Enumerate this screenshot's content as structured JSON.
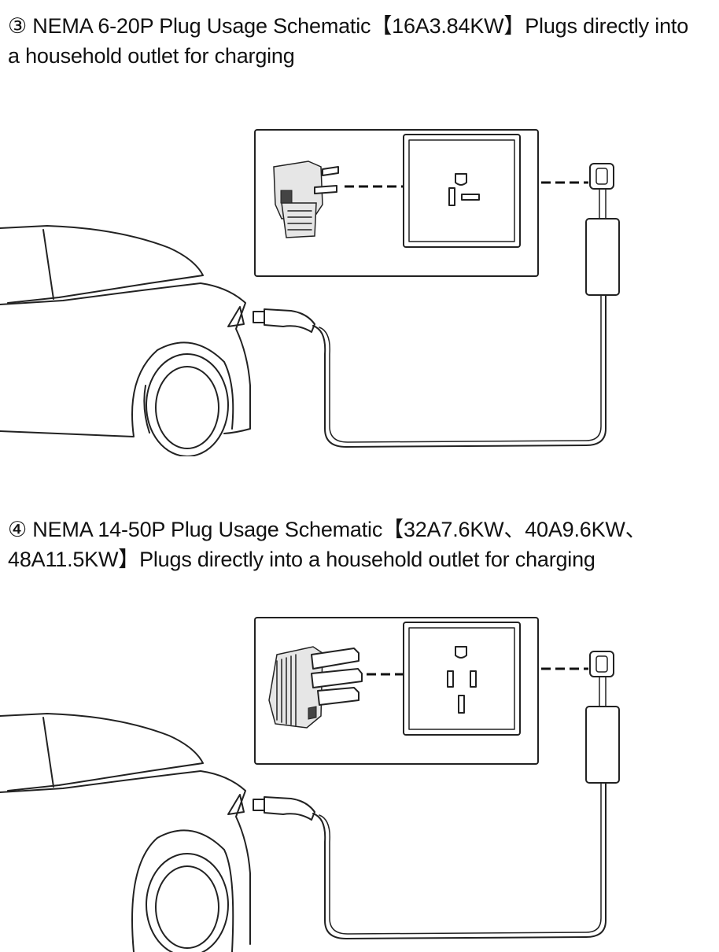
{
  "sections": [
    {
      "caption": "③ NEMA 6-20P Plug Usage Schematic【16A3.84KW】Plugs directly into a household outlet for charging",
      "plug_type": "NEMA 6-20P",
      "outlet_type": "NEMA 6-20R",
      "current": "16A",
      "power": "3.84KW"
    },
    {
      "caption": "④ NEMA 14-50P Plug Usage Schematic【32A7.6KW、40A9.6KW、48A11.5KW】Plugs directly into a household outlet for charging",
      "plug_type": "NEMA 14-50P",
      "outlet_type": "NEMA 14-50R",
      "ratings": [
        "32A7.6KW",
        "40A9.6KW",
        "48A11.5KW"
      ]
    }
  ],
  "icons": {
    "car": "electric-car-rear-icon",
    "plug_6_20": "nema-6-20p-plug-icon",
    "plug_14_50": "nema-14-50p-plug-icon",
    "outlet": "wall-outlet-icon",
    "control_box": "charger-control-box-icon",
    "connector": "ev-charging-connector-icon"
  }
}
